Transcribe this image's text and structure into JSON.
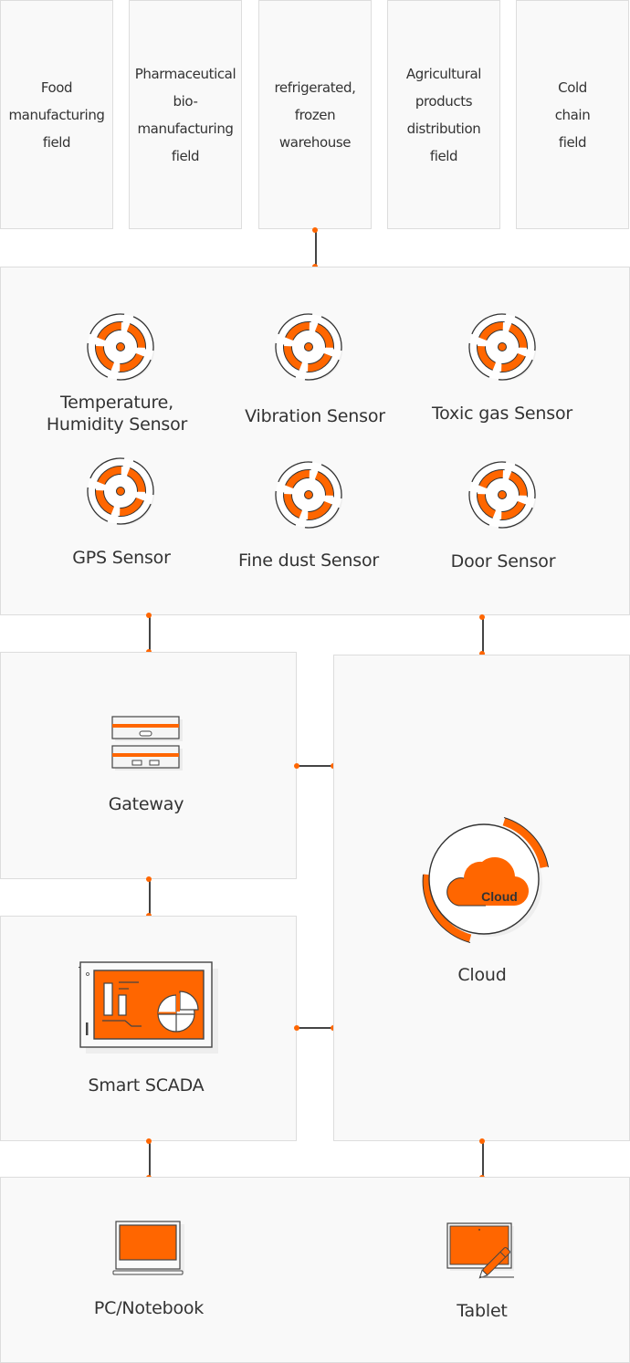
{
  "fields": [
    {
      "label": "Food\nmanufacturing\nfield"
    },
    {
      "label": "Pharmaceutical\nbio-\nmanufacturing\nfield"
    },
    {
      "label": "refrigerated,\nfrozen\nwarehouse"
    },
    {
      "label": "Agricultural\nproducts\ndistribution\nfield"
    },
    {
      "label": "Cold\nchain\nfield"
    }
  ],
  "sensors": [
    {
      "label": "Temperature,\nHumidity Sensor",
      "icon": "sensor-target-icon"
    },
    {
      "label": "Vibration Sensor",
      "icon": "sensor-target-icon"
    },
    {
      "label": "Toxic gas Sensor",
      "icon": "sensor-target-icon"
    },
    {
      "label": "GPS Sensor",
      "icon": "sensor-target-icon"
    },
    {
      "label": "Fine dust Sensor",
      "icon": "sensor-target-icon"
    },
    {
      "label": "Door Sensor",
      "icon": "sensor-target-icon"
    }
  ],
  "gateway": {
    "label": "Gateway",
    "icon": "gateway-server-icon"
  },
  "scada": {
    "label": "Smart SCADA",
    "icon": "scada-dashboard-icon"
  },
  "cloud": {
    "label": "Cloud",
    "icon_text": "Cloud",
    "icon": "cloud-icon"
  },
  "devices": [
    {
      "label": "PC/Notebook",
      "icon": "laptop-icon"
    },
    {
      "label": "Tablet",
      "icon": "tablet-pen-icon"
    }
  ],
  "colors": {
    "accent": "#ff6600",
    "stroke": "#444444",
    "box_bg": "#f9f9f9",
    "box_border": "#dddddd"
  }
}
